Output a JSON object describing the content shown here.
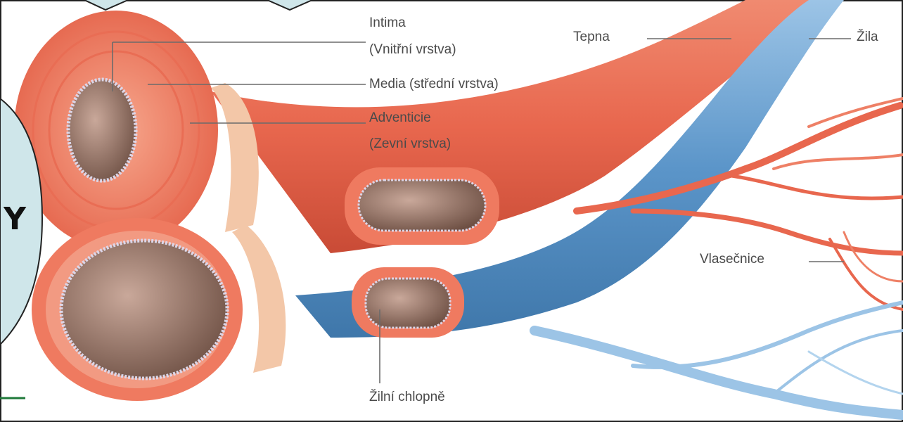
{
  "side_panel": {
    "letter": "Y"
  },
  "labels": {
    "intima": "Intima",
    "intima_sub": "(Vnitřní vrstva)",
    "media": "Media (střední vrstva)",
    "adventicie": "Adventicie",
    "adventicie_sub": "(Zevní vrstva)",
    "tepna": "Tepna",
    "zila": "Žila",
    "vlasecnice": "Vlasečnice",
    "zilni_chlopne": "Žilní chlopně"
  },
  "colors": {
    "artery": "#e8674e",
    "artery_dark": "#c94b36",
    "adventitia_band": "#f3c7a8",
    "lumen": "#8a6a5c",
    "vein": "#5b95c9",
    "vein_light": "#9cc4e6",
    "panel_fill": "#cfe6ea",
    "frame_green": "#1f7a3a"
  }
}
